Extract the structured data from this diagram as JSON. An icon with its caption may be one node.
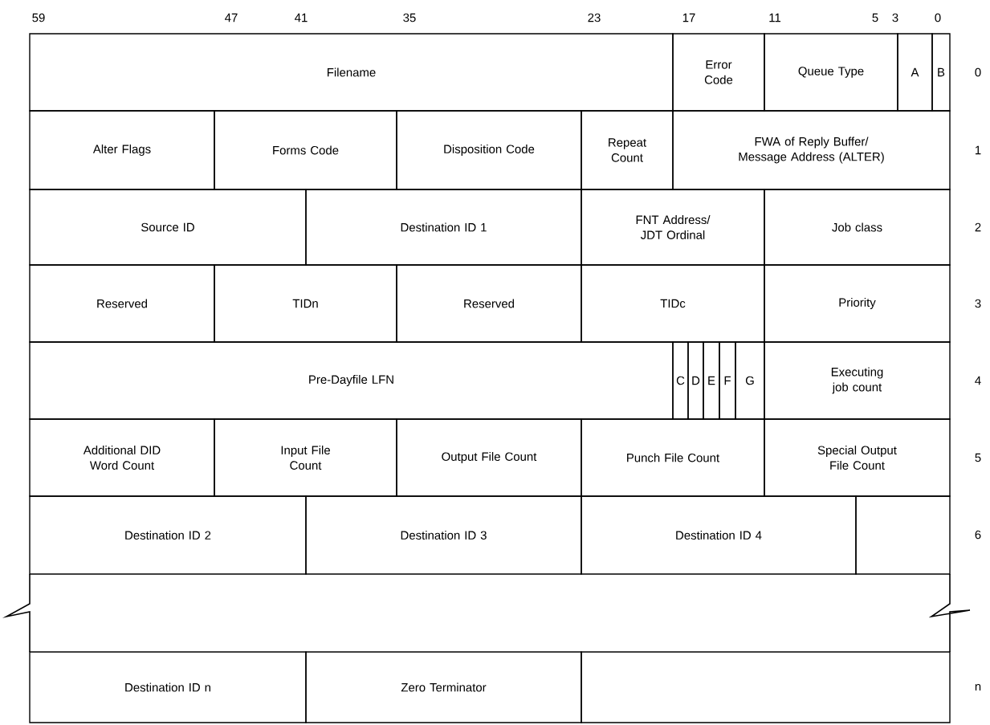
{
  "diagram": {
    "nodes": [
      {
        "text": [
          "Filename"
        ]
      },
      {
        "text": [
          "Error Code"
        ]
      },
      {
        "text": [
          "Queue Type"
        ]
      },
      {
        "text": [
          "A"
        ]
      },
      {
        "text": [
          "B"
        ]
      },
      {
        "text": [
          "Alter Flags"
        ]
      },
      {
        "text": [
          "Forms Code"
        ]
      },
      {
        "text": [
          "Disposition Code"
        ]
      },
      {
        "text": [
          "Repeat Count"
        ]
      },
      {
        "text": [
          "FWA of Reply Buffer/ Message Address (ALTER)"
        ]
      },
      {
        "text": [
          "Source ID"
        ]
      },
      {
        "text": [
          "Destination ID 1"
        ]
      },
      {
        "text": [
          "FNT Address/ JDT Ordinal"
        ]
      },
      {
        "text": [
          "Job class"
        ]
      },
      {
        "text": [
          "Reserved"
        ]
      },
      {
        "text": [
          "TIDn"
        ]
      },
      {
        "text": [
          "Reserved"
        ]
      },
      {
        "text": [
          "TIDc"
        ]
      },
      {
        "text": [
          "Priority"
        ]
      },
      {
        "text": [
          "Pre-Dayfile LFN"
        ]
      },
      {
        "text": [
          "C"
        ]
      },
      {
        "text": [
          "D"
        ]
      },
      {
        "text": [
          "E"
        ]
      },
      {
        "text": [
          "F"
        ]
      },
      {
        "text": [
          "G"
        ]
      },
      {
        "text": [
          "Executing job count"
        ]
      },
      {
        "text": [
          "Additional DID Word Count"
        ]
      },
      {
        "text": [
          "Input File Count"
        ]
      },
      {
        "text": [
          "Output File Count"
        ]
      },
      {
        "text": [
          "Punch File Count"
        ]
      },
      {
        "text": [
          "Special Output File Count"
        ]
      },
      {
        "text": [
          "Destination ID 2"
        ]
      },
      {
        "text": [
          "Destination ID 3"
        ]
      },
      {
        "text": [
          "Destination ID 4"
        ]
      },
      {
        "text": [],
        "shape": "box"
      },
      {
        "text": [
          "Destination ID n"
        ]
      },
      {
        "text": [
          "Zero Terminator"
        ]
      },
      {
        "text": [],
        "shape": "box"
      }
    ],
    "labels": [
      "59",
      "47",
      "41",
      "35",
      "23",
      "17",
      "11",
      "5",
      "3",
      "0",
      "0",
      "1",
      "2",
      "3",
      "4",
      "5",
      "6",
      "n"
    ]
  }
}
